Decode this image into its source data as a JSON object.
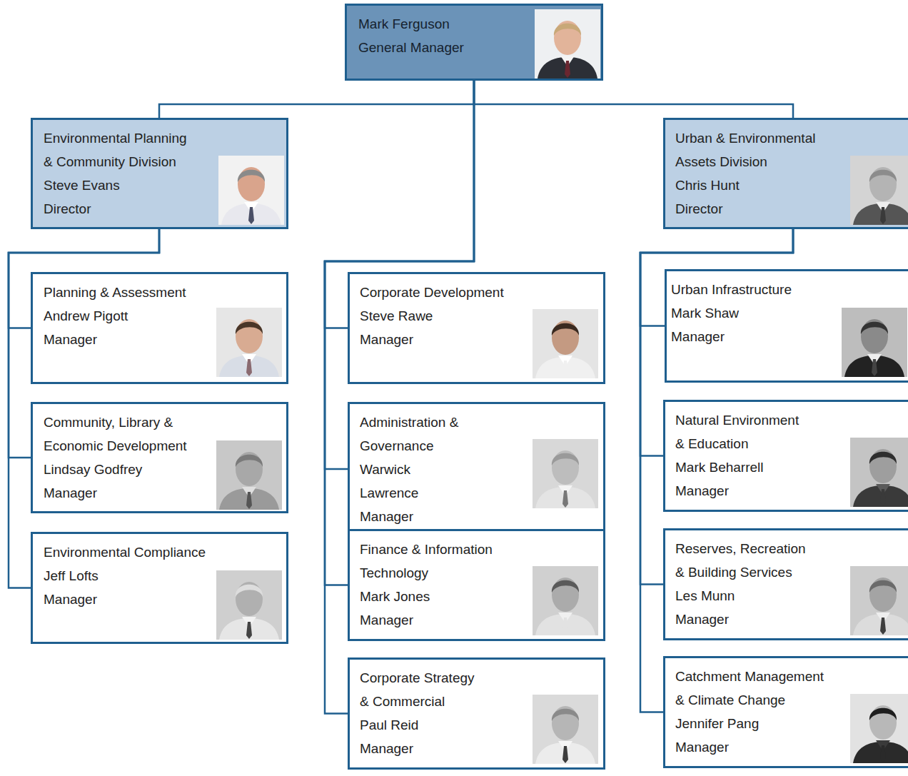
{
  "diagram": {
    "nodes": [
      {
        "text": [
          "Mark Ferguson",
          "General Manager"
        ]
      },
      {
        "text": [
          "Environmental Planning & Community Division",
          "Steve Evans",
          "Director"
        ]
      },
      {
        "text": [
          "Urban & Environmental Assets Division",
          "Chris Hunt",
          "Director"
        ]
      },
      {
        "text": [
          "Planning & Assessment",
          "Andrew Pigott",
          "Manager"
        ]
      },
      {
        "text": [
          "Community, Library & Economic Development",
          "Lindsay Godfrey",
          "Manager"
        ]
      },
      {
        "text": [
          "Environmental Compliance",
          "Jeff Lofts",
          "Manager"
        ]
      },
      {
        "text": [
          "Corporate Development",
          "Steve Rawe",
          "Manager"
        ]
      },
      {
        "text": [
          "Administration & Governance",
          "Warwick Lawrence",
          "Manager"
        ]
      },
      {
        "text": [
          "Finance & Information Technology",
          "Mark Jones",
          "Manager"
        ]
      },
      {
        "text": [
          "Corporate Strategy & Commercial",
          "Paul Reid",
          "Manager"
        ]
      },
      {
        "text": [
          "Urban Infrastructure",
          "Mark Shaw",
          "Manager"
        ]
      },
      {
        "text": [
          "Natural Environment & Education",
          "Mark Beharrell",
          "Manager"
        ]
      },
      {
        "text": [
          "Reserves, Recreation & Building Services",
          "Les Munn",
          "Manager"
        ]
      },
      {
        "text": [
          "Catchment Management & Climate Change",
          "Jennifer Pang",
          "Manager"
        ]
      }
    ],
    "edges": [
      {
        "from": 0,
        "to": 1,
        "arrow": "none"
      },
      {
        "from": 0,
        "to": 2,
        "arrow": "none"
      },
      {
        "from": 0,
        "to": 6,
        "arrow": "none"
      },
      {
        "from": 0,
        "to": 7,
        "arrow": "none"
      },
      {
        "from": 0,
        "to": 8,
        "arrow": "none"
      },
      {
        "from": 0,
        "to": 9,
        "arrow": "none"
      },
      {
        "from": 1,
        "to": 3,
        "arrow": "none"
      },
      {
        "from": 1,
        "to": 4,
        "arrow": "none"
      },
      {
        "from": 1,
        "to": 5,
        "arrow": "none"
      },
      {
        "from": 2,
        "to": 10,
        "arrow": "none"
      },
      {
        "from": 2,
        "to": 11,
        "arrow": "none"
      },
      {
        "from": 2,
        "to": 12,
        "arrow": "none"
      },
      {
        "from": 2,
        "to": 13,
        "arrow": "none"
      }
    ]
  }
}
